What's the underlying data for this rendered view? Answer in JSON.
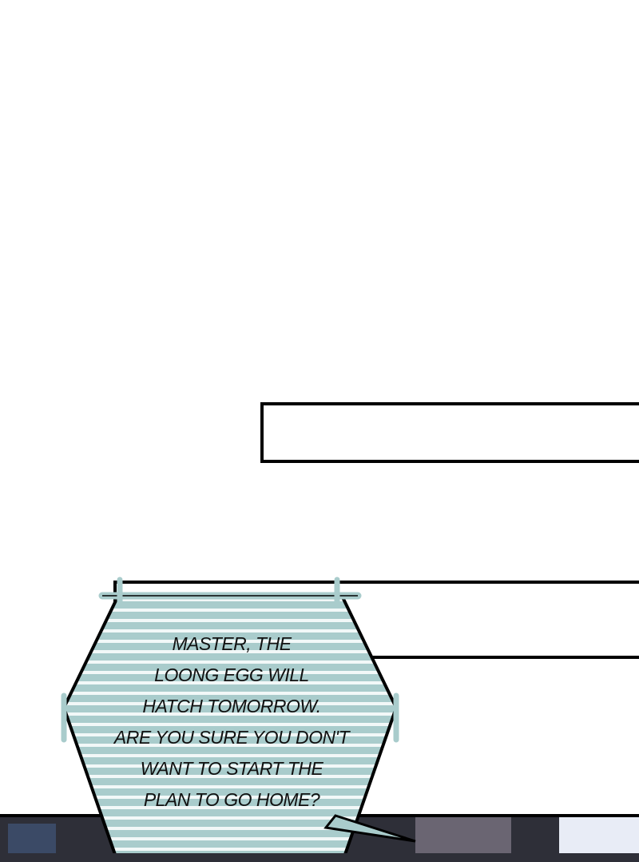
{
  "speech_bubble": {
    "lines": [
      "MASTER, THE",
      "LOONG EGG WILL",
      "HATCH TOMORROW.",
      "ARE YOU SURE YOU DON'T",
      "WANT TO START THE",
      "PLAN TO GO HOME?"
    ],
    "stripe_color": "#a9cccc"
  }
}
